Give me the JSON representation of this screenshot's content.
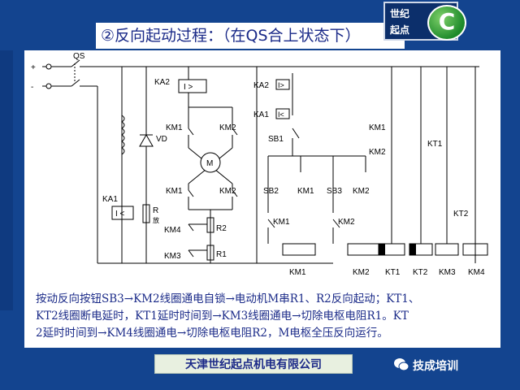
{
  "slide": {
    "title": "②反向起动过程：（在QS合上状态下）",
    "logo_top": "世纪",
    "logo_bottom": "起点",
    "logo_badge": "C",
    "description_lines": [
      "按动反向按钮SB3→KM2线圈通电自锁→电动机M串R1、R2反向起动；KT1、",
      "KT2线圈断电延时，KT1延时时间到→KM3线圈通电→切除电枢电阻R1。KT",
      "2延时时间到→KM4线圈通电→切除电枢电阻R2，M电枢全压反向运行。"
    ],
    "company": "天津世纪起点机电有限公司",
    "watermark": "技成培训"
  },
  "diagram": {
    "supply_plus": "+",
    "supply_minus": "-",
    "switch": "QS",
    "ka2": "KA2",
    "ka2_coil": "I >",
    "km1_a": "KM1",
    "km2_a": "KM2",
    "motor": "M",
    "km1_b": "KM1",
    "km2_b": "KM2",
    "vd": "VD",
    "ka1": "KA1",
    "ka1_coil": "I <",
    "r_fang": "R",
    "r_fang_sub": "放",
    "km4": "KM4",
    "r2": "R2",
    "km3": "KM3",
    "r1": "R1",
    "ctrl_ka2": "KA2",
    "ctrl_ka2_sym": "I>",
    "ctrl_ka1": "KA1",
    "ctrl_ka1_sym": "I<",
    "sb1": "SB1",
    "sb2": "SB2",
    "sb2_km1": "KM1",
    "sb3": "SB3",
    "sb3_km2": "KM2",
    "il_km1": "KM1",
    "il_km2": "KM2",
    "kt_km1": "KM1",
    "kt_km2": "KM2",
    "kt1_contact": "KT1",
    "kt2_contact": "KT2",
    "coil_labels": [
      "KM1",
      "KM2",
      "KT1",
      "KT2",
      "KM3",
      "KM4"
    ]
  }
}
